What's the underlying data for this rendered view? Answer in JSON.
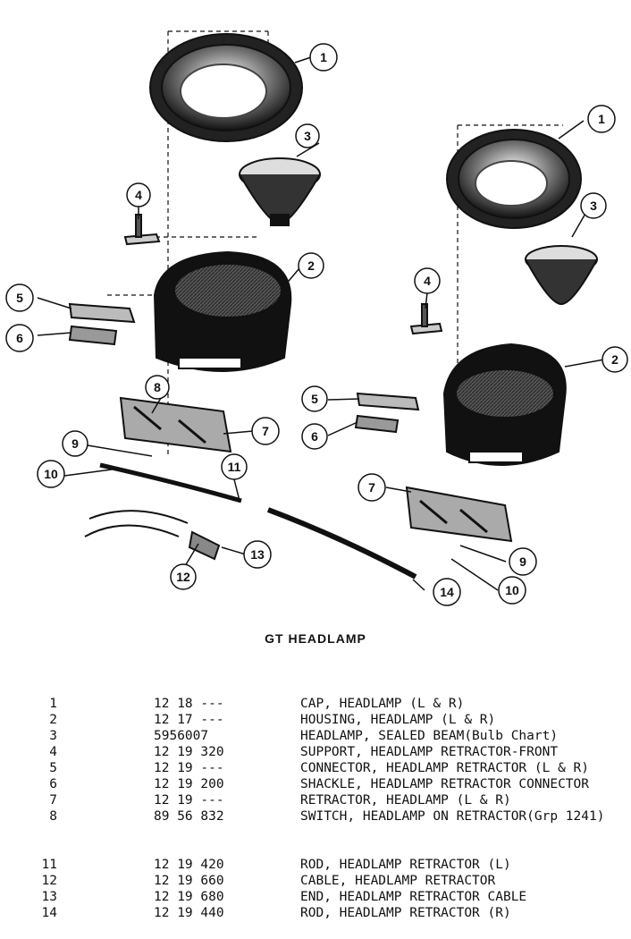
{
  "diagram": {
    "caption": "GT HEADLAMP",
    "callouts_left": [
      "1",
      "3",
      "4",
      "2",
      "5",
      "6",
      "8",
      "7",
      "9",
      "10",
      "11",
      "12",
      "13"
    ],
    "callouts_right": [
      "1",
      "3",
      "4",
      "2",
      "5",
      "6",
      "7",
      "9",
      "10",
      "14"
    ]
  },
  "parts": [
    {
      "no": "1",
      "part": "12 18 ---",
      "desc": "CAP, HEADLAMP (L & R)"
    },
    {
      "no": "2",
      "part": "12 17 ---",
      "desc": "HOUSING, HEADLAMP (L & R)"
    },
    {
      "no": "3",
      "part": "5956007",
      "desc": "HEADLAMP, SEALED BEAM(Bulb Chart)"
    },
    {
      "no": "4",
      "part": "12 19 320",
      "desc": "SUPPORT, HEADLAMP RETRACTOR-FRONT"
    },
    {
      "no": "5",
      "part": "12 19 ---",
      "desc": "CONNECTOR, HEADLAMP RETRACTOR (L & R)"
    },
    {
      "no": "6",
      "part": "12 19 200",
      "desc": "SHACKLE, HEADLAMP RETRACTOR CONNECTOR"
    },
    {
      "no": "7",
      "part": "12 19 ---",
      "desc": "RETRACTOR, HEADLAMP (L & R)"
    },
    {
      "no": "8",
      "part": "89 56 832",
      "desc": "SWITCH, HEADLAMP ON RETRACTOR(Grp 1241)"
    },
    {
      "no": "11",
      "part": "12 19 420",
      "desc": "ROD, HEADLAMP RETRACTOR (L)"
    },
    {
      "no": "12",
      "part": "12 19 660",
      "desc": "CABLE, HEADLAMP RETRACTOR"
    },
    {
      "no": "13",
      "part": "12 19 680",
      "desc": "END, HEADLAMP RETRACTOR CABLE"
    },
    {
      "no": "14",
      "part": "12 19 440",
      "desc": "ROD, HEADLAMP RETRACTOR (R)"
    }
  ]
}
